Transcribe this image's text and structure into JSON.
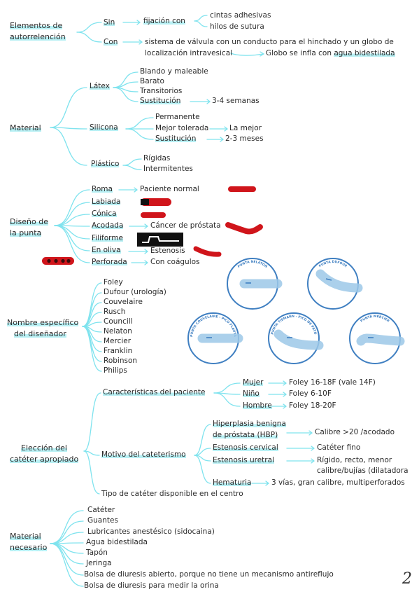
{
  "colors": {
    "branch": "#7fe3ee",
    "highlight": "#b8f0f4",
    "catheter": "#d0151b",
    "circle": "#9cc8e8",
    "circle_ring": "#3f7fc1",
    "text": "#2a2a2a"
  },
  "s1": {
    "root": [
      "Elementos de",
      "autorrelención"
    ],
    "sin": "Sin",
    "fijacion": "fijación con",
    "cintas": "cintas adhesivas",
    "hilos": "hilos de sutura",
    "con": "Con",
    "valvula1": "sistema de válvula con un conducto para el hinchado y un globo de",
    "valvula2": "localización intravesical",
    "globo_pre": "Globo se infla con",
    "globo_hl": "agua bidestilada"
  },
  "s2": {
    "root": "Material",
    "latex": "Látex",
    "latex_items": [
      "Blando y maleable",
      "Barato",
      "Transitorios",
      "Sustitución"
    ],
    "latex_sust": "3-4 semanas",
    "silicona": "Silicona",
    "silicona_items": [
      "Permanente",
      "Mejor tolerada",
      "Sustitución"
    ],
    "silicona_mejor": "La mejor",
    "silicona_sust": "2-3 meses",
    "plastico": "Plástico",
    "plastico_items": [
      "Rígidas",
      "Intermitentes"
    ]
  },
  "s3": {
    "root": [
      "Diseño de",
      "la punta"
    ],
    "items": [
      "Roma",
      "Labiada",
      "Cónica",
      "Acodada",
      "Filiforme",
      "En oliva",
      "Perforada"
    ],
    "roma_res": "Paciente normal",
    "acodada_res": "Cáncer de próstata",
    "oliva_res": "Estenosis",
    "perforada_res": "Con coágulos"
  },
  "s4": {
    "root": [
      "Nombre específico",
      "del diseñador"
    ],
    "items": [
      "Foley",
      "Dufour (urología)",
      "Couvelaire",
      "Rusch",
      "Councill",
      "Nelaton",
      "Mercier",
      "Franklin",
      "Robinson",
      "Philips"
    ],
    "circles": [
      "PUNTA NELATON",
      "PUNTA DUFOUR",
      "PUNTA COUVELAIRE - PICO FLAUTA",
      "PUNTA TIEMANN - PICO DE PATO",
      "PUNTA MERCIER"
    ]
  },
  "s5": {
    "root": [
      "Elección del",
      "catéter apropiado"
    ],
    "caract": "Características del paciente",
    "mujer": "Mujer",
    "mujer_res": "Foley 16-18F (vale 14F)",
    "nino": "Niño",
    "nino_res": "Foley 6-10F",
    "hombre": "Hombre",
    "hombre_res": "Foley 18-20F",
    "motivo": "Motivo del cateterismo",
    "hbp1": "Hiperplasia benigna",
    "hbp2": "de próstata (HBP)",
    "hbp_res": "Calibre >20 /acodado",
    "ecerv": "Estenosis cervical",
    "ecerv_res": "Catéter fino",
    "euret": "Estenosis uretral",
    "euret_res1": "Rígido, recto, menor",
    "euret_res2": "calibre/bujías (dilatadora",
    "hema": "Hematuria",
    "hema_res": "3 vías, gran calibre, multiperforados",
    "tipo": "Tipo de catéter disponible en el centro"
  },
  "s6": {
    "root": [
      "Material",
      "necesario"
    ],
    "items": [
      "Catéter",
      "Guantes",
      "Lubricantes anestésico (sidocaina)",
      "Agua bidestilada",
      "Tapón",
      "Jeringa",
      "Bolsa de diuresis abierto, porque no tiene un mecanismo antireflujo",
      "Bolsa de diuresis para medir la orina"
    ]
  },
  "page_number": "2"
}
